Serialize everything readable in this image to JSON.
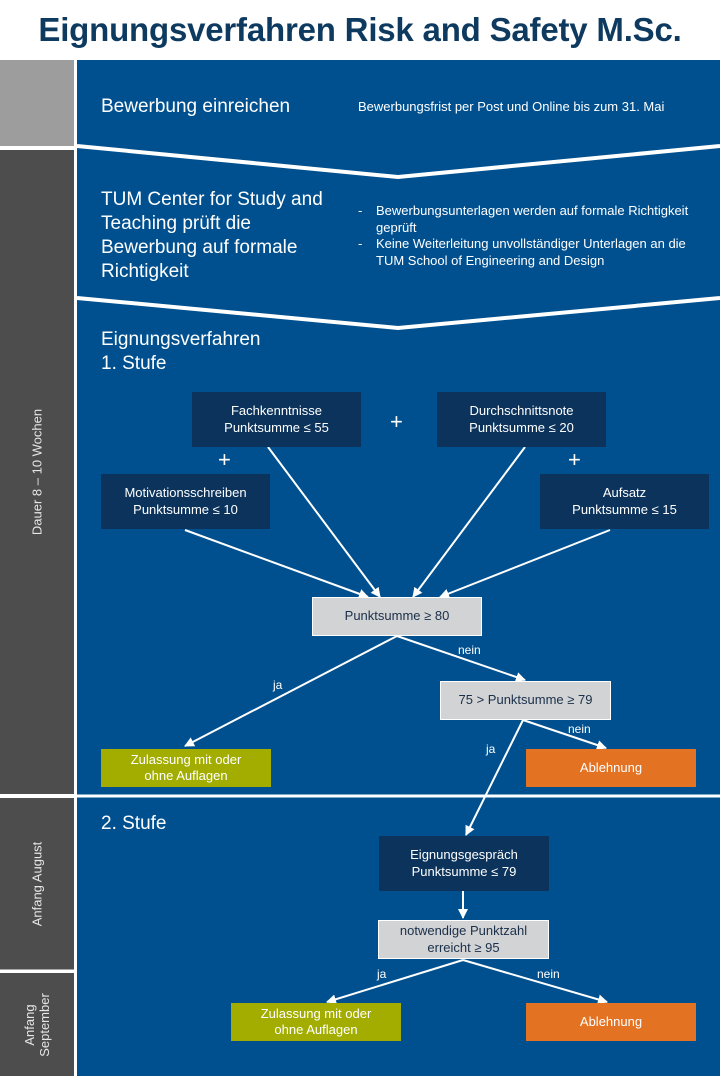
{
  "title": "Eignungsverfahren Risk and Safety M.Sc.",
  "sidebar": {
    "phases": [
      {
        "label": ""
      },
      {
        "label": "Dauer 8 – 10 Wochen"
      },
      {
        "label": "Anfang August"
      },
      {
        "label": "Anfang September",
        "lines": [
          "Anfang",
          "September"
        ]
      }
    ]
  },
  "colors": {
    "main_background": "#00508f",
    "dark_box": "#0b335b",
    "decision_box": "#d2d3d4",
    "accept": "#a2ad00",
    "reject": "#e37222",
    "title": "#0e3a5f",
    "sidebar_dark": "#4d4d4d",
    "sidebar_light": "#9d9d9d"
  },
  "steps": {
    "submit": {
      "heading": "Bewerbung einreichen",
      "note": "Bewerbungsfrist per Post und Online bis zum 31. Mai"
    },
    "formal_check": {
      "heading": "TUM Center for Study and Teaching prüft die Bewerbung auf formale Richtigkeit",
      "bullets": [
        "Bewerbungsunterlagen werden auf formale Richtigkeit geprüft",
        "Keine Weiterleitung unvollständiger Unterlagen an die TUM School of Engineering and Design"
      ]
    },
    "stage1": {
      "heading_line1": "Eignungsverfahren",
      "heading_line2": "1. Stufe",
      "criteria": {
        "fachkenntnisse": {
          "line1": "Fachkenntnisse",
          "line2": "Punktsumme ≤ 55"
        },
        "durchschnittsnote": {
          "line1": "Durchschnittsnote",
          "line2": "Punktsumme ≤ 20"
        },
        "motivationsschreiben": {
          "line1": "Motivationsschreiben",
          "line2": "Punktsumme ≤ 10"
        },
        "aufsatz": {
          "line1": "Aufsatz",
          "line2": "Punktsumme ≤ 15"
        }
      },
      "plus_symbol": "+",
      "decision1": "Punktsumme ≥ 80",
      "decision2": "75 > Punktsumme ≥ 79",
      "accept": {
        "line1": "Zulassung mit oder",
        "line2": "ohne Auflagen"
      },
      "reject": "Ablehnung",
      "labels": {
        "yes": "ja",
        "no": "nein"
      }
    },
    "stage2": {
      "heading": "2. Stufe",
      "interview": {
        "line1": "Eignungsgespräch",
        "line2": "Punktsumme ≤ 79"
      },
      "decision": {
        "line1": "notwendige Punktzahl",
        "line2": "erreicht ≥ 95"
      },
      "accept": {
        "line1": "Zulassung mit oder",
        "line2": "ohne Auflagen"
      },
      "reject": "Ablehnung",
      "labels": {
        "yes": "ja",
        "no": "nein"
      }
    }
  }
}
